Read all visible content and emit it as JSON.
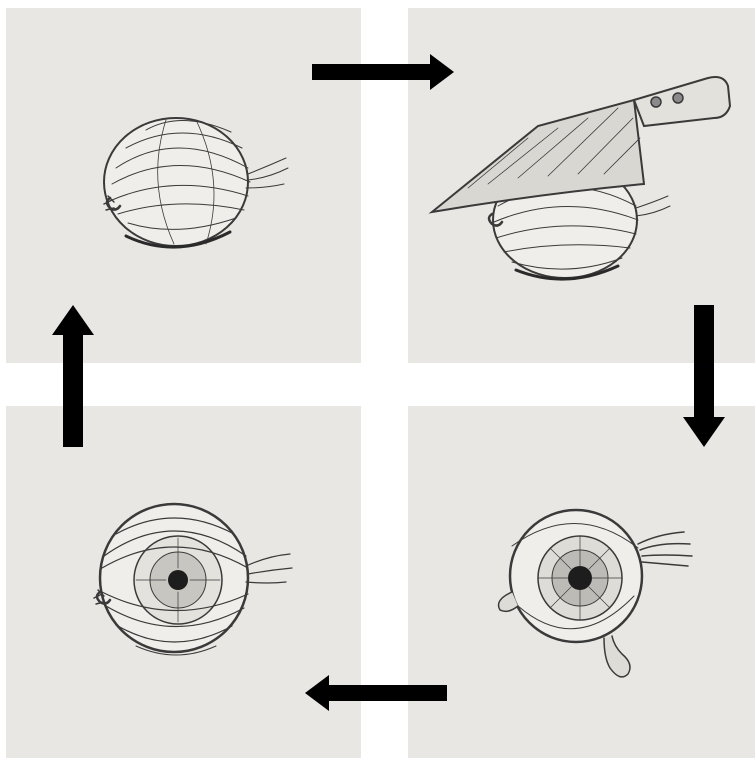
{
  "figure": {
    "panels": [
      {
        "id": "onion",
        "icon": "onion-sketch-icon"
      },
      {
        "id": "knife-cutting-onion",
        "icon": "knife-onion-sketch-icon"
      },
      {
        "id": "crying-eyeball",
        "icon": "teary-eye-sketch-icon"
      },
      {
        "id": "onion-with-eye",
        "icon": "onion-eye-sketch-icon"
      }
    ],
    "arrows": [
      "right",
      "down",
      "left",
      "up"
    ],
    "colors": {
      "paper": "#e9e7e3",
      "pencil": "#3a3a3a",
      "arrow": "#000000"
    }
  }
}
